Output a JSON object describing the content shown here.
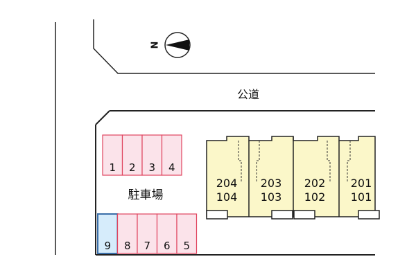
{
  "road_label": "公道",
  "compass": {
    "label": "N"
  },
  "parking": {
    "label": "駐車場",
    "colors": {
      "space_fill": "#fbe3ea",
      "space_stroke": "#e0445e",
      "highlight_fill": "#d6ecfb",
      "highlight_stroke": "#3a6ea8"
    },
    "top_row": [
      {
        "number": "1",
        "highlighted": false
      },
      {
        "number": "2",
        "highlighted": false
      },
      {
        "number": "3",
        "highlighted": false
      },
      {
        "number": "4",
        "highlighted": false
      }
    ],
    "bottom_row": [
      {
        "number": "9",
        "highlighted": true
      },
      {
        "number": "8",
        "highlighted": false
      },
      {
        "number": "7",
        "highlighted": false
      },
      {
        "number": "6",
        "highlighted": false
      },
      {
        "number": "5",
        "highlighted": false
      }
    ]
  },
  "building": {
    "fill": "#fbf7c9",
    "units": [
      {
        "upper": "204",
        "lower": "104"
      },
      {
        "upper": "203",
        "lower": "103"
      },
      {
        "upper": "202",
        "lower": "102"
      },
      {
        "upper": "201",
        "lower": "101"
      }
    ]
  }
}
